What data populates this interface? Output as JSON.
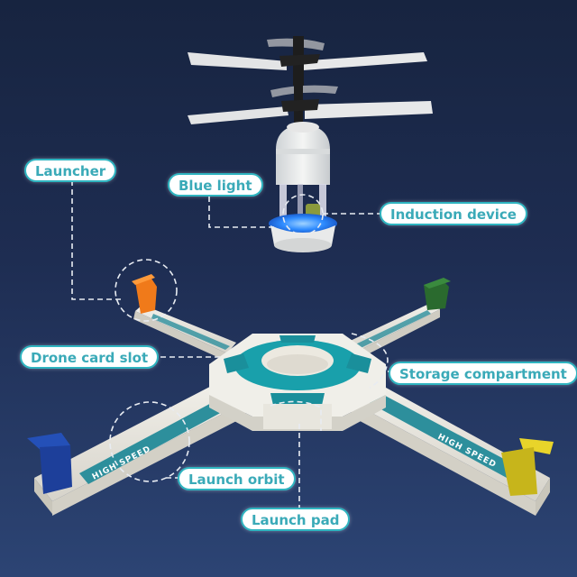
{
  "labels": {
    "launcher": "Launcher",
    "blue_light": "Blue light",
    "induction_device": "Induction device",
    "drone_card_slot": "Drone card slot",
    "storage_compartment": "Storage compartment",
    "launch_orbit": "Launch orbit",
    "launch_pad": "Launch pad"
  },
  "track_text": {
    "left_arm": "HIGH SPEED",
    "right_arm": "HIGH SPEED"
  },
  "colors": {
    "background_top": "#172440",
    "background_bottom": "#2c4474",
    "label_text": "#3aaab8",
    "label_border": "#2fb4c0",
    "accent_teal": "#1a9aa6",
    "blue_light": "#2f8cff",
    "launcher_orange": "#f07a1a",
    "launcher_green": "#2a6a2e",
    "launcher_blue": "#1d3f9a",
    "launcher_yellow": "#d4c21e"
  }
}
